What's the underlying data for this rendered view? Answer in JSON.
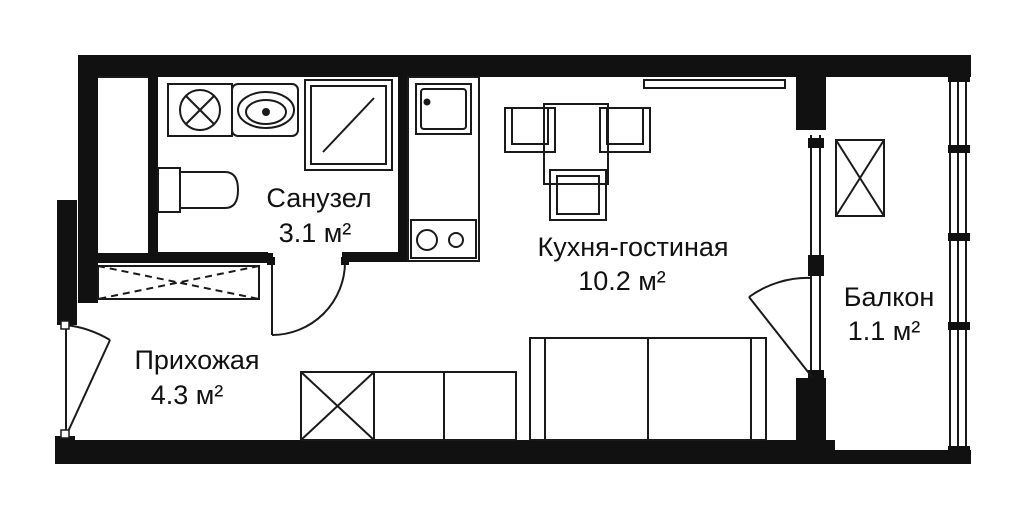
{
  "colors": {
    "wall": "#111111",
    "line": "#1a1a1a",
    "background": "#ffffff"
  },
  "rooms": {
    "bathroom": {
      "name": "Санузел",
      "area": "3.1 м²"
    },
    "kitchen_living": {
      "name": "Кухня-гостиная",
      "area": "10.2 м²"
    },
    "balcony": {
      "name": "Балкон",
      "area": "1.1 м²"
    },
    "hallway": {
      "name": "Прихожая",
      "area": "4.3 м²"
    }
  }
}
